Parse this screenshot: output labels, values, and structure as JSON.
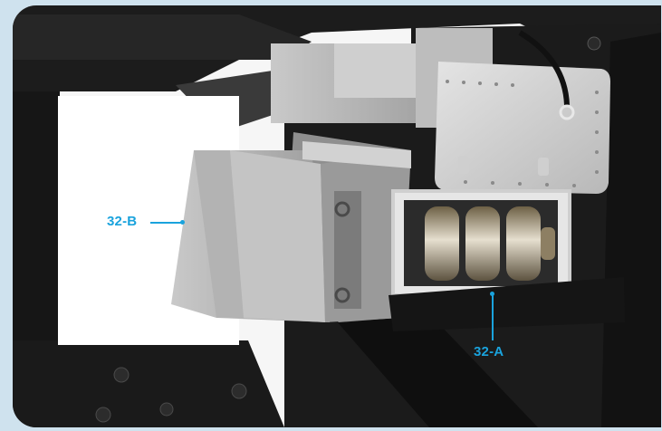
{
  "image": {
    "subject": "machine-assembly-photo"
  },
  "callouts": {
    "part_b": "32-B",
    "part_a": "32-A"
  },
  "colors": {
    "callout": "#1aa3dd",
    "background_tint": "#cfe2ee"
  }
}
